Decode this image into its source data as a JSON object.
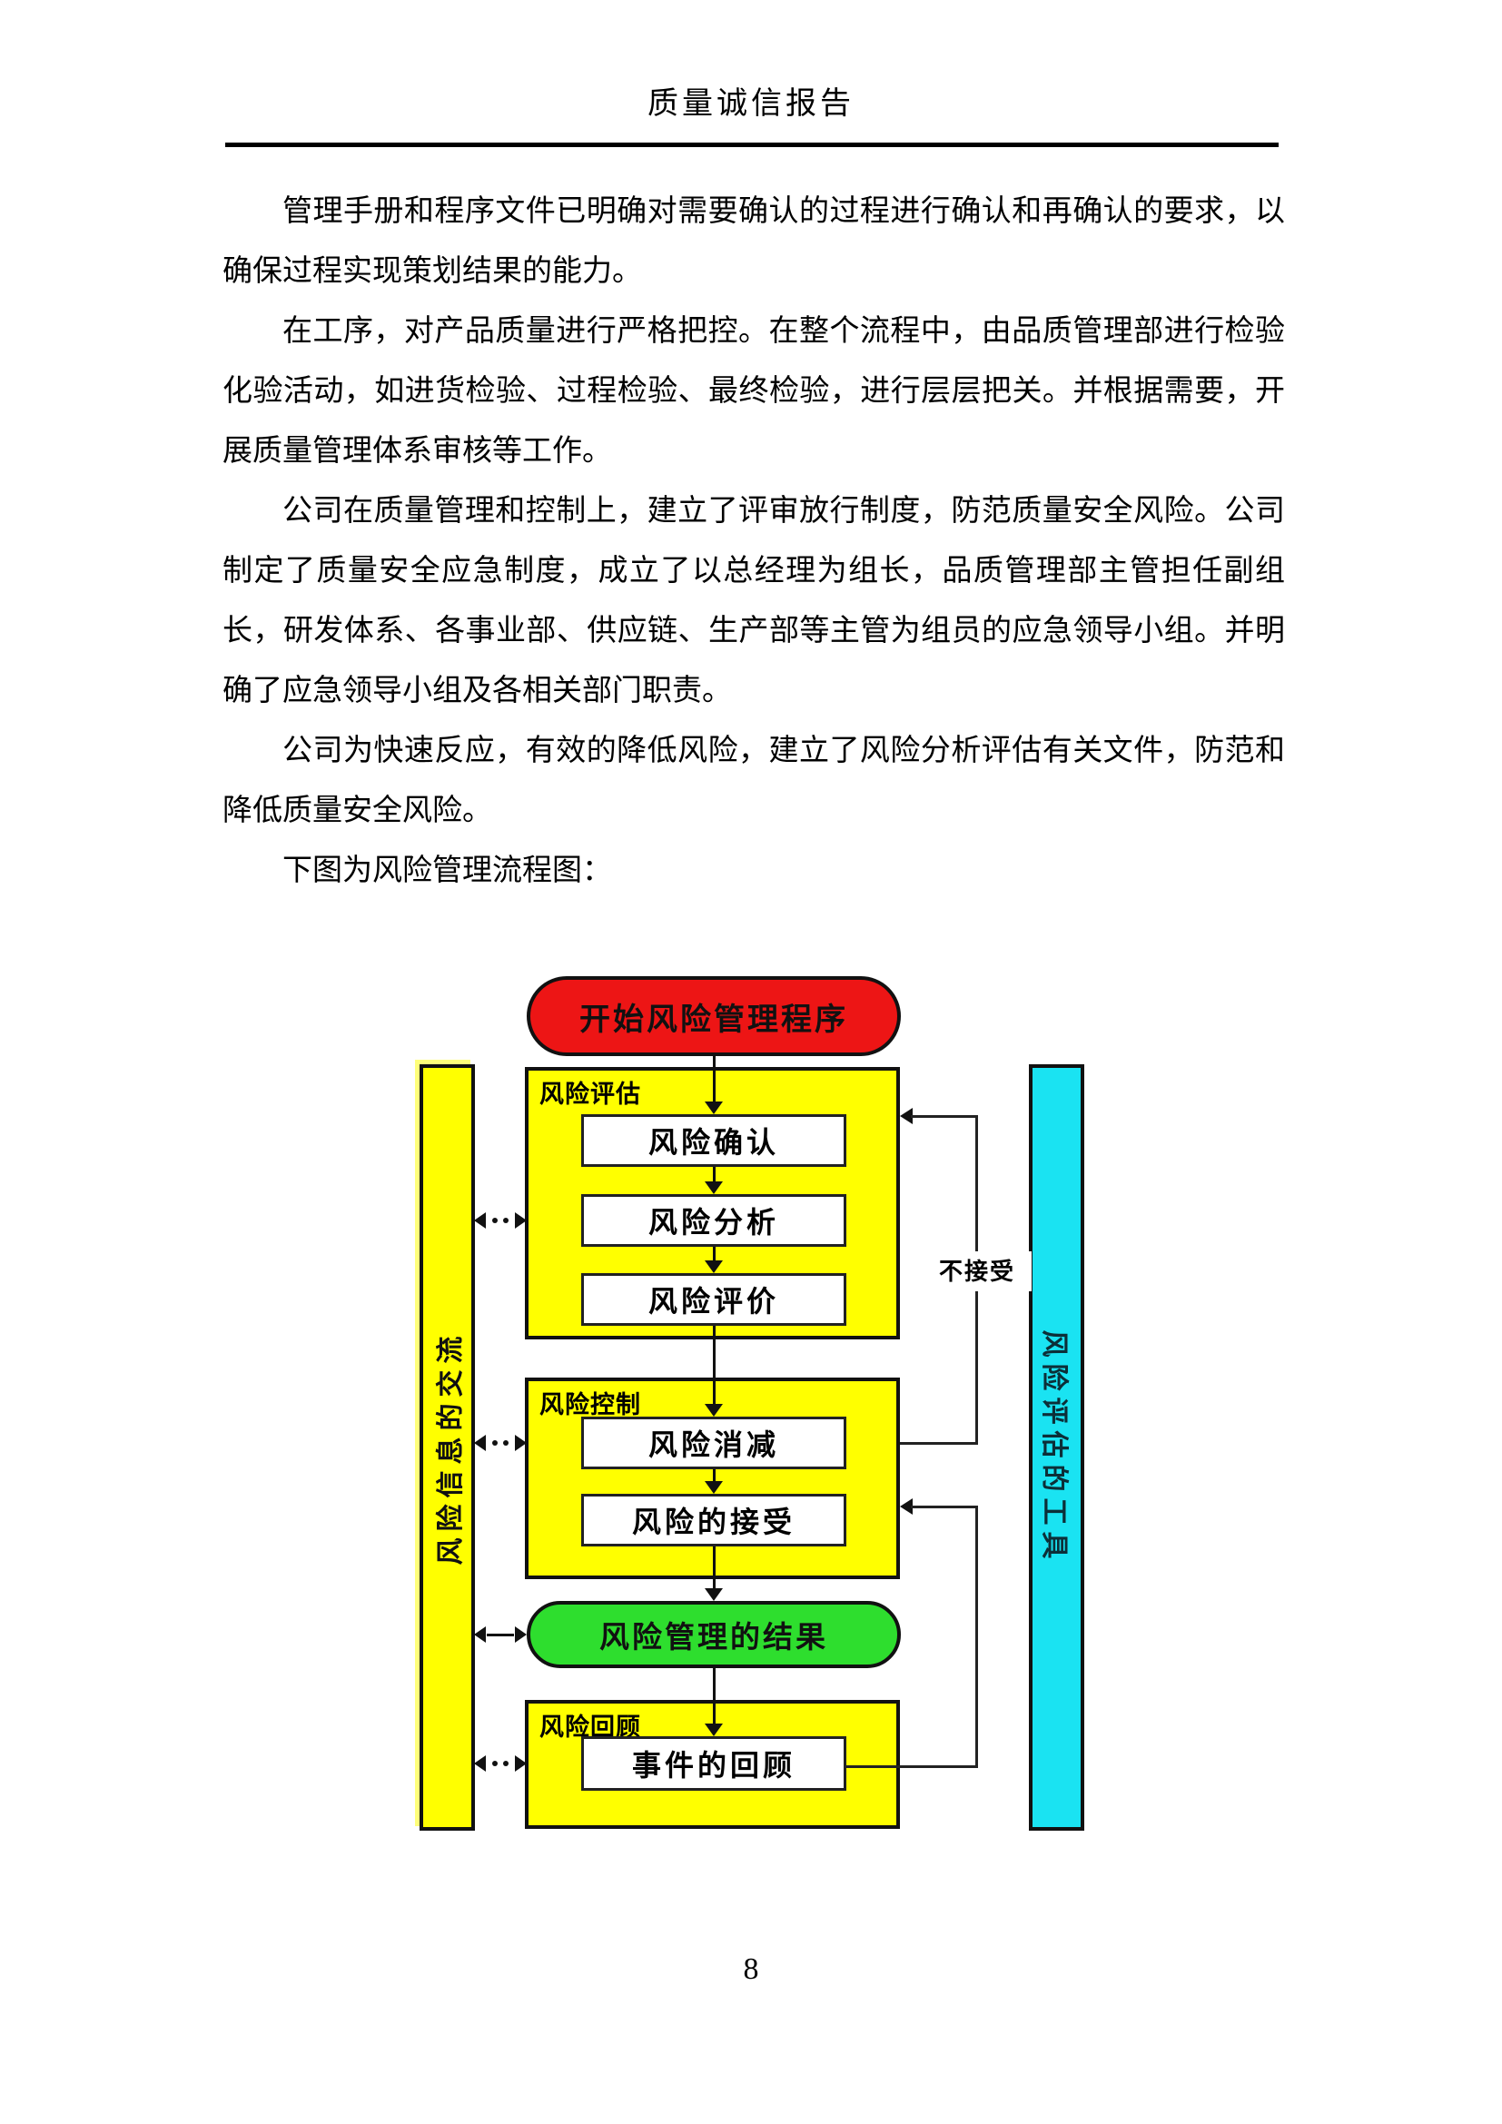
{
  "page": {
    "header_title": "质量诚信报告",
    "page_number": "8"
  },
  "paragraphs": [
    "管理手册和程序文件已明确对需要确认的过程进行确认和再确认的要求，以确保过程实现策划结果的能力。",
    "在工序，对产品质量进行严格把控。在整个流程中，由品质管理部进行检验化验活动，如进货检验、过程检验、最终检验，进行层层把关。并根据需要，开展质量管理体系审核等工作。",
    "公司在质量管理和控制上，建立了评审放行制度，防范质量安全风险。公司制定了质量安全应急制度，成立了以总经理为组长，品质管理部主管担任副组长，研发体系、各事业部、供应链、生产部等主管为组员的应急领导小组。并明确了应急领导小组及各相关部门职责。",
    "公司为快速反应，有效的降低风险，建立了风险分析评估有关文件，防范和降低质量安全风险。",
    "下图为风险管理流程图："
  ],
  "flowchart": {
    "start_label": "开始风险管理程序",
    "communication_bar": "风险信息的交流",
    "tools_bar": "风险评估的工具",
    "assessment": {
      "label": "风险评估",
      "steps": [
        "风险确认",
        "风险分析",
        "风险评价"
      ]
    },
    "control": {
      "label": "风险控制",
      "steps": [
        "风险消减",
        "风险的接受"
      ]
    },
    "result_label": "风险管理的结果",
    "review": {
      "label": "风险回顾",
      "steps": [
        "事件的回顾"
      ]
    },
    "feedback_label": "不接受",
    "colors": {
      "start_fill": "#ed1515",
      "group_fill": "#ffff00",
      "result_fill": "#2ede2e",
      "tools_fill": "#1ae3f2",
      "communication_fill": "#ffff00",
      "border": "#111111"
    }
  }
}
